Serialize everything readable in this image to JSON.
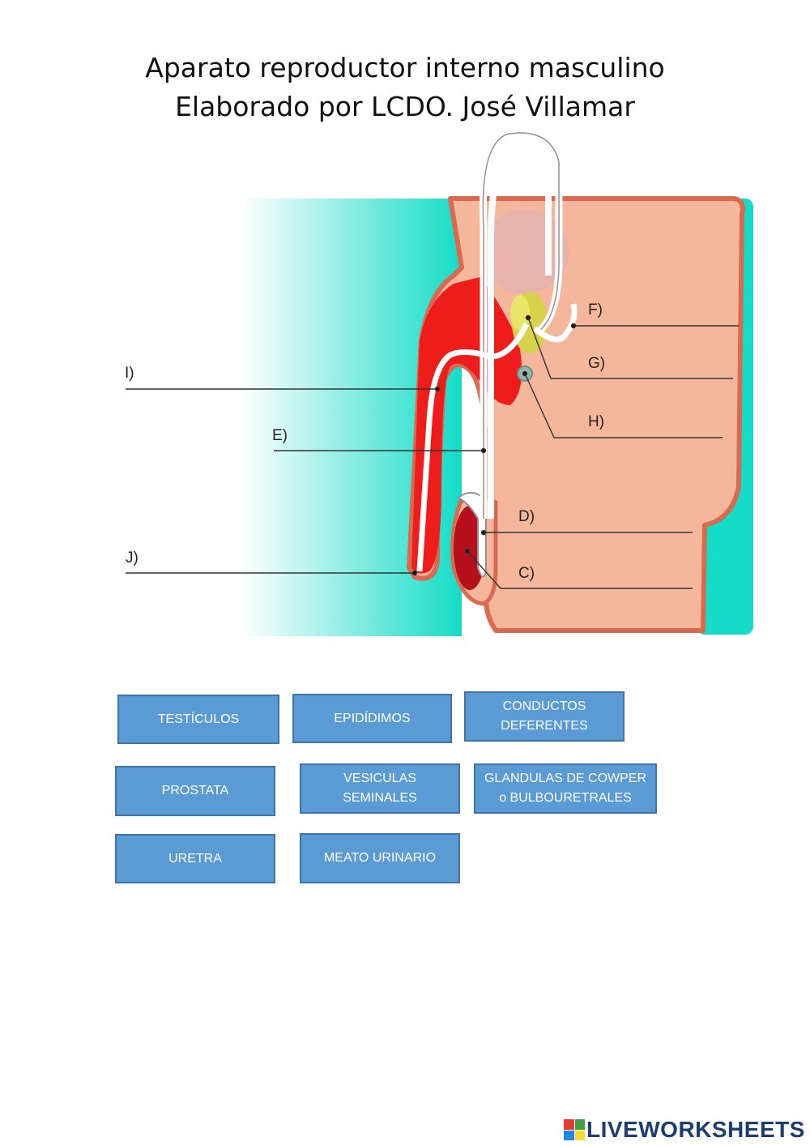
{
  "title": {
    "line1": "Aparato reproductor interno masculino",
    "line2": "Elaborado por LCDO. José Villamar"
  },
  "diagram": {
    "labels": {
      "I": "I)",
      "E": "E)",
      "J": "J)",
      "F": "F)",
      "G": "G)",
      "H": "H)",
      "D": "D)",
      "C": "C)"
    }
  },
  "answers": [
    "TESTÍCULOS",
    "EPIDÍDIMOS",
    "CONDUCTOS DEFERENTES",
    "PROSTATA",
    "VESICULAS SEMINALES",
    "GLANDULAS DE COWPER o BULBOURETRALES",
    "URETRA",
    "MEATO URINARIO"
  ],
  "brand": {
    "text": "LIVEWORKSHEETS",
    "colors": [
      "#e53935",
      "#43a047",
      "#1e88e5",
      "#fdd835"
    ]
  },
  "colors": {
    "skin": "#f4b79b",
    "skin_edge": "#d9694f",
    "teal": "#14dcc6",
    "erectile": "#ef1c1c",
    "testis": "#b5101c",
    "bladder": "#e9b3ad",
    "vesicle": "#d7d24a",
    "answer_box": "#5b9bd5"
  }
}
